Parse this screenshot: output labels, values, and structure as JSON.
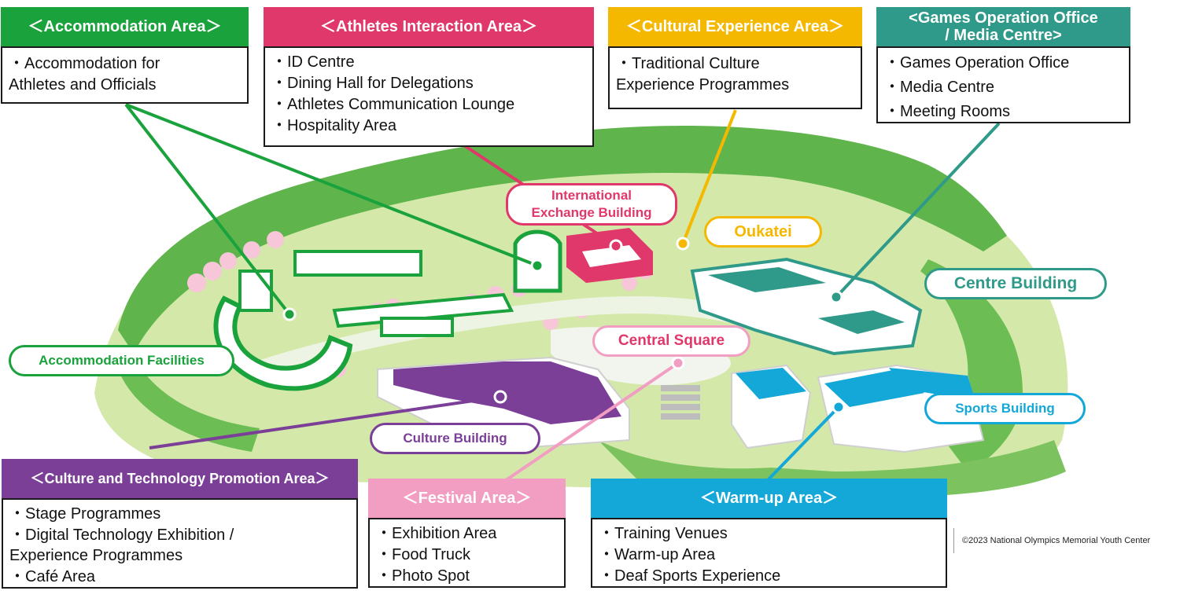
{
  "colors": {
    "accommodation": "#1aa23c",
    "athletes": "#e0386a",
    "cultural": "#f5b800",
    "games": "#2f9a8a",
    "culture_tech": "#7b3f98",
    "festival": "#f19ec2",
    "warmup": "#14a8d8",
    "ground": "#cfe6a6",
    "forest": "#63b84f"
  },
  "areas": {
    "accommodation": {
      "title": "＜Accommodation Area＞",
      "items": [
        "・Accommodation for",
        "Athletes and Officials"
      ]
    },
    "athletes": {
      "title": "＜Athletes Interaction Area＞",
      "items": [
        "・ID Centre",
        "・Dining Hall for Delegations",
        "・Athletes Communication Lounge",
        "・Hospitality Area"
      ]
    },
    "cultural": {
      "title": "＜Cultural Experience Area＞",
      "items": [
        "・Traditional Culture",
        "Experience Programmes"
      ]
    },
    "games": {
      "title_line1": "<Games Operation Office",
      "title_line2": "/ Media Centre>",
      "items": [
        "・Games Operation Office",
        "・Media Centre",
        "・Meeting Rooms"
      ]
    },
    "culture_tech": {
      "title": "＜Culture and Technology Promotion Area＞",
      "items": [
        "・Stage Programmes",
        "・Digital Technology Exhibition /",
        "Experience Programmes",
        "・Café Area"
      ]
    },
    "festival": {
      "title": "＜Festival Area＞",
      "items": [
        "・Exhibition Area",
        "・Food Truck",
        "・Photo Spot"
      ]
    },
    "warmup": {
      "title": "＜Warm-up Area＞",
      "items": [
        "・Training Venues",
        "・Warm-up Area",
        "・Deaf Sports Experience"
      ]
    }
  },
  "buildings": {
    "international_line1": "International",
    "international_line2": "Exchange Building",
    "oukatei": "Oukatei",
    "centre": "Centre Building",
    "central_square": "Central Square",
    "accommodation_facilities": "Accommodation Facilities",
    "culture_building": "Culture Building",
    "sports_building": "Sports Building"
  },
  "copyright": "©2023 National Olympics Memorial Youth Center"
}
